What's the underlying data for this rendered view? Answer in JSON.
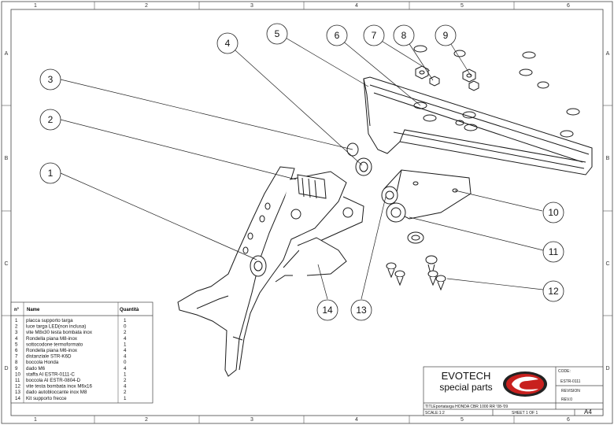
{
  "grid": {
    "cols_top": [
      "1",
      "2",
      "3",
      "4",
      "5",
      "6"
    ],
    "cols_bottom": [
      "1",
      "2",
      "3",
      "4",
      "5",
      "6"
    ],
    "rows_left": [
      "A",
      "B",
      "C",
      "D"
    ],
    "rows_right": [
      "A",
      "B",
      "C",
      "D"
    ]
  },
  "callouts": [
    "1",
    "2",
    "3",
    "4",
    "5",
    "6",
    "7",
    "8",
    "9",
    "10",
    "11",
    "12",
    "13",
    "14"
  ],
  "bom": {
    "header_n": "n°",
    "header_name": "Name",
    "header_qty": "Quantità",
    "rows": [
      {
        "n": "1",
        "name": "placca supporto targa",
        "qty": "1"
      },
      {
        "n": "2",
        "name": "luce targa LED(non inclusa)",
        "qty": "0"
      },
      {
        "n": "3",
        "name": "vite M8x30 testa bombata inox",
        "qty": "2"
      },
      {
        "n": "4",
        "name": "Rondella piana M8-inox",
        "qty": "4"
      },
      {
        "n": "5",
        "name": "sottocodone termoformato",
        "qty": "1"
      },
      {
        "n": "6",
        "name": "Rondella piana M6-inox",
        "qty": "4"
      },
      {
        "n": "7",
        "name": "distanziale STR-K6D",
        "qty": "4"
      },
      {
        "n": "8",
        "name": "boccola Honda",
        "qty": "0"
      },
      {
        "n": "9",
        "name": "dado M6",
        "qty": "4"
      },
      {
        "n": "10",
        "name": "staffa AI ESTR-0111-C",
        "qty": "1"
      },
      {
        "n": "11",
        "name": "boccola AI ESTR-0804-D",
        "qty": "2"
      },
      {
        "n": "12",
        "name": "vite testa bombata inox M6x16",
        "qty": "4"
      },
      {
        "n": "13",
        "name": "dado autobloccante inox M8",
        "qty": "2"
      },
      {
        "n": "14",
        "name": "Kit supporto frecce",
        "qty": "1"
      }
    ]
  },
  "title_block": {
    "company_line1": "EVOTECH",
    "company_line2": "special parts",
    "code_label": "CODE:",
    "code_value": "ESTR-0111",
    "revision_label": "REVISION",
    "revision_value": "REV.0",
    "title_label": "TITLE:",
    "title_value": "portatarga HONDA CBR 1000 RR '08-'09",
    "scale_value": "SCALE:1:2",
    "sheet_value": "SHEET 1 OF 1",
    "size_value": "A4"
  },
  "colors": {
    "line": "#1a1a1a",
    "logo_red": "#c8201e",
    "logo_dark": "#222222"
  }
}
